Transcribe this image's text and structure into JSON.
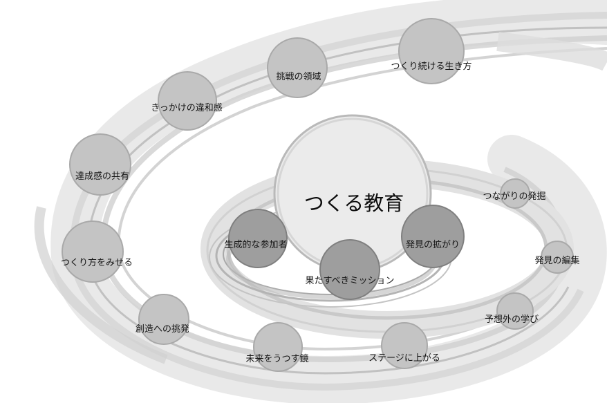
{
  "center": {
    "label": "つくる教育"
  },
  "outer_nodes": [
    {
      "label": "つくり続ける生き方"
    },
    {
      "label": "挑戦の領域"
    },
    {
      "label": "きっかけの違和感"
    },
    {
      "label": "達成感の共有"
    },
    {
      "label": "つくり方をみせる"
    },
    {
      "label": "創造への挑発"
    },
    {
      "label": "未来をうつす鏡"
    },
    {
      "label": "ステージに上がる"
    },
    {
      "label": "予想外の学び"
    },
    {
      "label": "発見の編集"
    },
    {
      "label": "つながりの発掘"
    }
  ],
  "inner_nodes": [
    {
      "label": "生成的な参加者"
    },
    {
      "label": "発見の拡がり"
    },
    {
      "label": "果たすべきミッション"
    }
  ],
  "colors": {
    "ring_light": "#e6e6e6",
    "ring_mid": "#cfcfcf",
    "ring_dark": "#a9a9a9",
    "node_fill": "#c2c2c2",
    "node_fill_dark": "#9a9a9a",
    "center_fill": "#ebebeb"
  }
}
